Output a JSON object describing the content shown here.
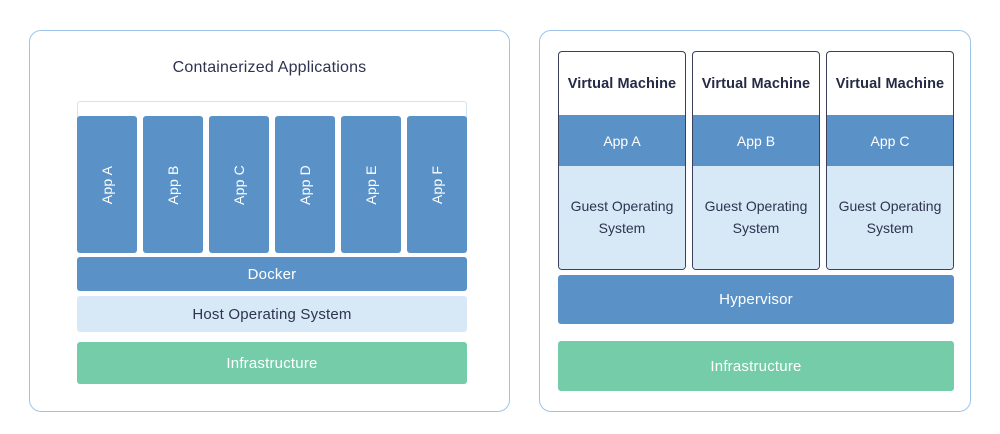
{
  "left_panel": {
    "title": "Containerized Applications",
    "containers": [
      {
        "label": "App A"
      },
      {
        "label": "App B"
      },
      {
        "label": "App C"
      },
      {
        "label": "App D"
      },
      {
        "label": "App E"
      },
      {
        "label": "App F"
      }
    ],
    "layers": {
      "docker": "Docker",
      "host_os": "Host Operating System",
      "infrastructure": "Infrastructure"
    }
  },
  "right_panel": {
    "vms": [
      {
        "title": "Virtual Machine",
        "app": "App A",
        "guest_os": "Guest Operating System"
      },
      {
        "title": "Virtual Machine",
        "app": "App B",
        "guest_os": "Guest Operating System"
      },
      {
        "title": "Virtual Machine",
        "app": "App C",
        "guest_os": "Guest Operating System"
      }
    ],
    "layers": {
      "hypervisor": "Hypervisor",
      "infrastructure": "Infrastructure"
    }
  },
  "colors": {
    "panel_border": "#9dc4e8",
    "app_blue": "#5a92c8",
    "light_blue": "#d7e9f7",
    "bracket_blue": "#cfe4f6",
    "green": "#75cca8",
    "text_dark": "#2e3350",
    "vm_border": "#3a3f5c",
    "white": "#ffffff"
  }
}
